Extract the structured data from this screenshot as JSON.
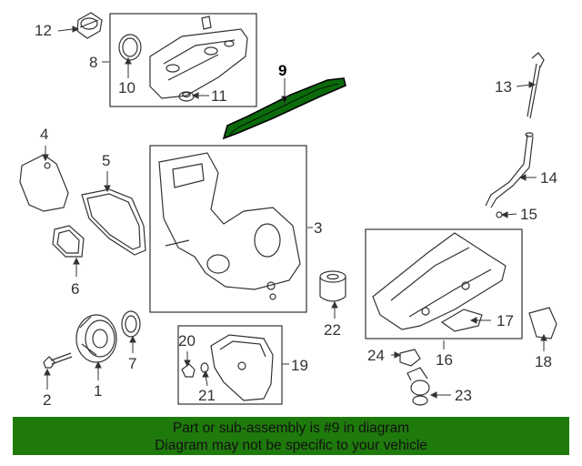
{
  "diagram": {
    "highlight_color": "#0b6b0b",
    "callouts": [
      {
        "id": "c1",
        "label": "1"
      },
      {
        "id": "c2",
        "label": "2"
      },
      {
        "id": "c3",
        "label": "3"
      },
      {
        "id": "c4",
        "label": "4"
      },
      {
        "id": "c5",
        "label": "5"
      },
      {
        "id": "c6",
        "label": "6"
      },
      {
        "id": "c7",
        "label": "7"
      },
      {
        "id": "c8",
        "label": "8"
      },
      {
        "id": "c9",
        "label": "9"
      },
      {
        "id": "c10",
        "label": "10"
      },
      {
        "id": "c11",
        "label": "11"
      },
      {
        "id": "c12",
        "label": "12"
      },
      {
        "id": "c13",
        "label": "13"
      },
      {
        "id": "c14",
        "label": "14"
      },
      {
        "id": "c15",
        "label": "15"
      },
      {
        "id": "c16",
        "label": "16"
      },
      {
        "id": "c17",
        "label": "17"
      },
      {
        "id": "c18",
        "label": "18"
      },
      {
        "id": "c19",
        "label": "19"
      },
      {
        "id": "c20",
        "label": "20"
      },
      {
        "id": "c21",
        "label": "21"
      },
      {
        "id": "c22",
        "label": "22"
      },
      {
        "id": "c23",
        "label": "23"
      },
      {
        "id": "c24",
        "label": "24"
      }
    ]
  },
  "banner": {
    "line1": "Part or sub-assembly is #9 in diagram",
    "line2": "Diagram may not be specific to your vehicle",
    "background": "#1f7a0c"
  }
}
